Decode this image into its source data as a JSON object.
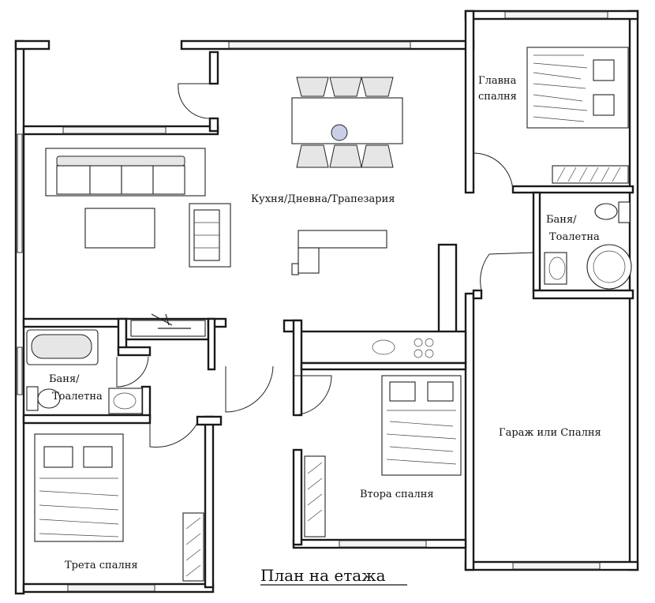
{
  "rooms": {
    "master_bedroom_line1": "Главна",
    "master_bedroom_line2": "спалня",
    "living": "Кухня/Дневна/Трапезария",
    "bath_right_line1": "Баня/",
    "bath_right_line2": "Тоалетна",
    "bath_left_line1": "Баня/",
    "bath_left_line2": "Тоалетна",
    "garage": "Гараж или Спалня",
    "second_bedroom": "Втора спалня",
    "third_bedroom": "Трета спалня"
  },
  "title": "План на етажа"
}
